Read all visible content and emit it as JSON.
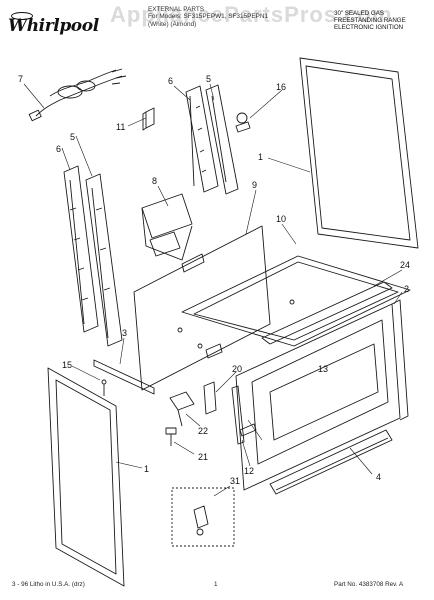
{
  "header": {
    "brand": "Whirlpool",
    "watermark": "AppliancePartsPros.com",
    "title_lines": [
      "EXTERNAL PARTS",
      "For Models: SF315PEPW1, SF315PEPN1",
      "(White)      (Almond)"
    ],
    "description_lines": [
      "30\" SEALED GAS",
      "FREESTANDING RANGE",
      "ELECTRONIC IGNITION"
    ]
  },
  "callouts": [
    "1",
    "1",
    "2",
    "3",
    "4",
    "5",
    "5",
    "6",
    "6",
    "7",
    "8",
    "9",
    "10",
    "11",
    "12",
    "13",
    "15",
    "16",
    "20",
    "21",
    "22",
    "24",
    "31"
  ],
  "footer": {
    "left": "3 - 96 Litho in U.S.A. (drz)",
    "center": "1",
    "right": "Part No. 4383708 Rev. A"
  },
  "colors": {
    "line": "#1a1a1a",
    "watermark": "#9a9a9a"
  }
}
